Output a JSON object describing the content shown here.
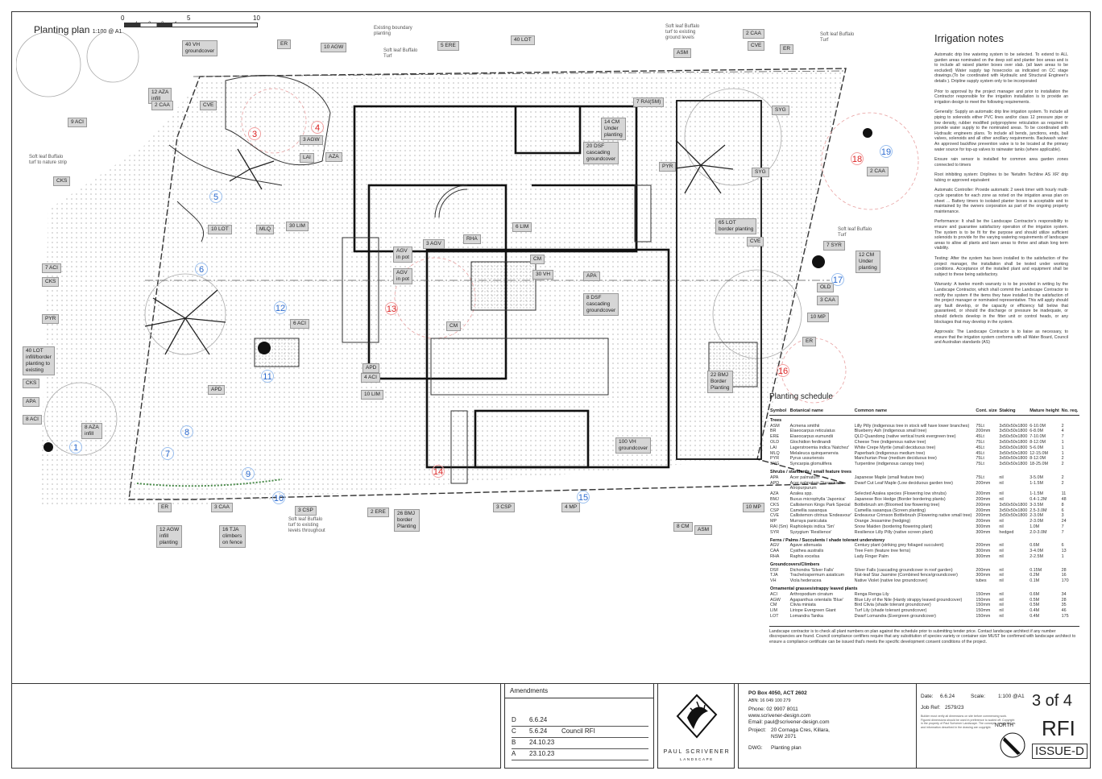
{
  "plan": {
    "title": "Planting plan",
    "scale_label": "1:100 @ A1",
    "scale_ticks": [
      "0",
      "1",
      "2",
      "3",
      "4",
      "5",
      "10"
    ]
  },
  "tags": [
    "40 VH\ngroundcover",
    "ER",
    "10 AGW",
    "5 ERE",
    "40 LOT",
    "2 CAA",
    "ASM",
    "CVE",
    "ER",
    "12 AZA\ninfill",
    "2 CAA",
    "CVE",
    "9 ACI",
    "3 AGW",
    "LAI",
    "AZA",
    "7 RAI(SM)",
    "14 CM\nUnder\nplanting",
    "20 DSF\ncascading\ngroundcover",
    "SYG",
    "2 CAA",
    "SYG",
    "PYR",
    "CKS",
    "30 LIM",
    "MLQ",
    "10 LOT",
    "3 AGV",
    "RHA",
    "6 LIM",
    "65 LOT\nborder planting",
    "CVE",
    "7 SYR",
    "12 CM\nUnder\nplanting",
    "7 ACI",
    "CKS",
    "AGV\nin pot",
    "AGV\nin pot",
    "CM",
    "30 VH",
    "APA",
    "8 DSF\ncascading\ngroundcover",
    "OLD",
    "3 CAA",
    "10 MP",
    "PYR",
    "6 ACI",
    "CM",
    "40 LOT\ninfill/border\nplanting to\nexisting",
    "APD",
    "4 ACI",
    "ER",
    "22 BMJ\nBorder\nPlanting",
    "CKS",
    "APD",
    "10 LIM",
    "APA",
    "8 ACI",
    "8 AZA\ninfill",
    "100 VH\ngroundcover",
    "ER",
    "3 CAA",
    "3 CSP",
    "2 ERE",
    "26 BMJ\nborder\nPlanting",
    "3 CSP",
    "4 MP",
    "10 MP",
    "8 CM",
    "ASM",
    "12 AGW\ninfill\nplanting",
    "16 TJA\nclimbers\non fence"
  ],
  "notes": [
    "Existing boundary\nplanting",
    "Soft leaf Buffalo\nTurf",
    "Soft leaf Buffalo\nturf to existing\nground levels",
    "Soft leaf Buffalo\nTurf",
    "Soft leaf Buffalo\nturf to nature strip",
    "Soft leaf Buffalo\nTurf",
    "Soft leaf Buffalo\nturf to existing\nlevels throughout"
  ],
  "numbers": [
    "1",
    "3",
    "4",
    "5",
    "6",
    "7",
    "8",
    "9",
    "10",
    "11",
    "12",
    "13",
    "14",
    "15",
    "16",
    "17",
    "18",
    "19"
  ],
  "irrigation": {
    "title": "Irrigation notes",
    "paras": [
      "Automatic drip line watering system to be selected. To extend to ALL garden areas nominated on the deep soil and planter box areas and is to include all raised planter boxes over slab. (all lawn areas to be excluded) Water supply tap hosecocks as indicated on CC stage drawings.(To be coordinated with Hydraulic and Structural Engineer's details ). Dripline supply system only to be incorporated",
      "Prior to approval by the project manager and prior to installation the Contractor responsible for the irrigation installation is to provide an irrigation design to meet the following requirements.",
      "Generally: Supply an automatic drip line irrigation system. To include all piping to solenoids either PVC lines and/or class 12 pressure pipe or low density, rubber modified polypropylene reticulation as required to provide water supply to the nominated areas. To be coordinated with Hydraulic engineers plans. To include all bends, junctions, ends, ball valves, solenoids and all other ancillary requirements. Backwash valve: An approved backflow prevention valve is to be located at the primary water source for top-up valves to rainwater tanks (where applicable).",
      "Ensure rain sensor is installed for common area garden zones connected to timers",
      "Root inhibiting system: Driplines to be 'Netafim Techline AS XR' drip tubing or approved equivalent",
      "Automatic Controller: Provide automatic 2 week timer with hourly multi-cycle operation for each zone as noted on the irrigation areas plan on sheet ... Battery timers to isolated planter boxes is acceptable and to maintained by the owners corporation as part of the ongoing property maintenance.",
      "Performance: It shall be the Landscape Contractor's responsibility to ensure and guarantee satisfactory operation of the irrigation system. The system is to be fit for the purpose and should utilize sufficient solenoids to provide for the varying watering requirements of landscape areas to allow all plants and lawn areas to thrive and attain long term viability.",
      "Testing: After the system has been installed to the satisfaction of the project manager, the installation shall be tested under working conditions. Acceptance of the installed plant and equipment shall be subject to these being satisfactory.",
      "Warranty: A twelve month warranty is to be provided in writing by the Landscape Contractor, which shall commit the Landscape Contractor to rectify the system if the items they have installed to the satisfaction of the project manager or nominated representative. This will apply should any fault develop, or the capacity or efficiency fall below that guaranteed, or should the discharge or pressure be inadequate, or should defects develop in the fitter unit or control heads, or any blockages that may develop in the system.",
      "Approvals: The Landscape Contractor is to liaise as necessary, to ensure that the irrigation system conforms with all Water Board, Council and Australian standards (AS)"
    ]
  },
  "schedule": {
    "title": "Planting schedule",
    "headers": [
      "Symbol",
      "Botanical name",
      "Common name",
      "Cont. size",
      "Staking",
      "Mature height",
      "No. req."
    ],
    "groups": [
      {
        "name": "Trees",
        "rows": [
          [
            "ASM",
            "Acmena smithii",
            "Lilly Pilly (indigenous tree in stock will have lower branches)",
            "75Lt",
            "3x50x50x1800",
            "6-10.0M",
            "2"
          ],
          [
            "BR",
            "Elaeocarpus reticulatus",
            "Blueberry Ash (indigenous small tree)",
            "200mm",
            "3x50x50x1800",
            "6-8.0M",
            "4"
          ],
          [
            "ERE",
            "Elaeocarpus eumundii",
            "QLD Quandong (native vertical trunk evergreen tree)",
            "45Lt",
            "3x50x50x1800",
            "7-10.0M",
            "7"
          ],
          [
            "OLD",
            "Glochidion ferdinandi",
            "Cheese Tree (indigenous native tree)",
            "75Lt",
            "3x50x50x1800",
            "8-12.0M",
            "1"
          ],
          [
            "LAI",
            "Lagerstroemia indica 'Natchez'",
            "White Crepe Myrtle (small deciduous tree)",
            "45Lt",
            "3x50x50x1800",
            "5-6.0M",
            "1"
          ],
          [
            "MLQ",
            "Melaleuca quinquenervia",
            "Paperbark (indigenous medium tree)",
            "45Lt",
            "3x50x50x1800",
            "12-15.0M",
            "1"
          ],
          [
            "PYR",
            "Pyrus ussuriensis",
            "Manchurian Pear (medium deciduous tree)",
            "75Lt",
            "3x50x50x1800",
            "8-12.0M",
            "2"
          ],
          [
            "SYG",
            "Syncarpia glomulifera",
            "Turpentine (indigenous canopy tree)",
            "75Lt",
            "3x50x50x1800",
            "18-25.0M",
            "2"
          ]
        ]
      },
      {
        "name": "Shrubs / standards / small feature trees",
        "rows": [
          [
            "APA",
            "Acer palmatum",
            "Japanese Maple (small feature tree)",
            "75Lt",
            "nil",
            "3-5.0M",
            "2"
          ],
          [
            "APD",
            "Acer palmatum Dissectum",
            "Dwarf Cut Leaf Maple (Low deciduous garden tree)",
            "200mm",
            "nil",
            "1-1.5M",
            "2"
          ],
          [
            "",
            "Atropurpurum",
            "",
            "",
            "",
            "",
            ""
          ],
          [
            "AZA",
            "Azalea spp.",
            "Selected Azalea species (Flowering low shrubs)",
            "200mm",
            "nil",
            "1-1.5M",
            "11"
          ],
          [
            "BMJ",
            "Buxus microphylla 'Japonica'",
            "Japanese Box Hedge (Border bordering plants)",
            "200mm",
            "nil",
            "0.4-1.2M",
            "48"
          ],
          [
            "CKS",
            "Callistemon Kings Park Special",
            "Bottlebrush sm (Bloomed low flowering tree)",
            "200mm",
            "3x50x50x1800",
            "3-3.5M",
            "8"
          ],
          [
            "CSP",
            "Camellia sasanqua",
            "Camellia sasanqua (Screen planting)",
            "200mm",
            "3x50x50x1800",
            "2.5-3.0M",
            "6"
          ],
          [
            "CVE",
            "Callistemon citrinus 'Endeavour'",
            "Endeavour Crimson Bottlebrush (Flowering native small tree)",
            "200mm",
            "3x50x50x1800",
            "2-3.0M",
            "3"
          ],
          [
            "MP",
            "Murraya paniculata",
            "Orange Jessamine (hedging)",
            "200mm",
            "nil",
            "2-3.0M",
            "24"
          ],
          [
            "RAI (Sm)",
            "Raphiolepis indica 'Sm'",
            "Snow Maiden (bordering flowering plant)",
            "300mm",
            "nil",
            "1.0M",
            "7"
          ],
          [
            "SYR",
            "Syzygium 'Resilience'",
            "Resilience Lilly Pilly (native screen plant)",
            "300mm",
            "hedged",
            "2.0-3.0M",
            "7"
          ]
        ]
      },
      {
        "name": "Ferns / Palms / Succulents / shade tolerant understorey",
        "rows": [
          [
            "AGV",
            "Agave attenuata",
            "Century plant (striking grey foliaged succulent)",
            "200mm",
            "nil",
            "0.6M",
            "6"
          ],
          [
            "CAA",
            "Cyathea australis",
            "Tree Fern (feature tree ferns)",
            "300mm",
            "nil",
            "3-4.0M",
            "13"
          ],
          [
            "RHA",
            "Raphis excelsa",
            "Lady Finger Palm",
            "300mm",
            "nil",
            "2-2.5M",
            "1"
          ]
        ]
      },
      {
        "name": "Groundcovers/Climbers",
        "rows": [
          [
            "DSF",
            "Dichondra 'Silver Falls'",
            "Silver Falls (cascading groundcover in roof garden)",
            "200mm",
            "nil",
            "0.15M",
            "28"
          ],
          [
            "TJA",
            "Trachelospermum asiaticum",
            "Flat-leaf Star Jasmine (Combined fence/groundcover)",
            "300mm",
            "nil",
            "0.2M",
            "16"
          ],
          [
            "VH",
            "Viola hederacea",
            "Native Violet (native low groundcover)",
            "tubes",
            "nil",
            "0.1M",
            "170"
          ]
        ]
      },
      {
        "name": "Ornamental grasses/strappy leaved plants",
        "rows": [
          [
            "ACI",
            "Arthropodium cirratum",
            "Renga Renga Lily",
            "150mm",
            "nil",
            "0.6M",
            "34"
          ],
          [
            "AGW",
            "Agapanthus orientalis 'Blue'",
            "Blue Lily of the Nile (Hardy strappy leaved groundcover)",
            "150mm",
            "nil",
            "0.5M",
            "28"
          ],
          [
            "CM",
            "Clivia miniata",
            "Bird Clivia (shade tolerant groundcover)",
            "150mm",
            "nil",
            "0.5M",
            "35"
          ],
          [
            "LIM",
            "Liriope Evergreen Giant",
            "Turf Lily (shade tolerant groundcover)",
            "150mm",
            "nil",
            "0.4M",
            "46"
          ],
          [
            "LOT",
            "Lomandra Tanika",
            "Dwarf Lomandra (Evergreen groundcover)",
            "150mm",
            "nil",
            "0.4M",
            "175"
          ]
        ]
      }
    ],
    "footnote": "Landscape contractor is to check all plant numbers on plan against the schedule prior to submitting tender price. Contact landscape architect if any number discrepancies are found. Council compliance certifiers require that any substitution of species variety or container size MUST be confirmed with landscape architect to ensure a compliance certificate can be issued that's meets the specific development consent conditions of the project."
  },
  "amendments": {
    "title": "Amendments",
    "rows": [
      [
        "D",
        "6.6.24",
        ""
      ],
      [
        "C",
        "5.6.24",
        "Council RFI"
      ],
      [
        "B",
        "24.10.23",
        ""
      ],
      [
        "A",
        "23.10.23",
        ""
      ]
    ]
  },
  "logo": {
    "name": "PAUL SCRIVENER",
    "sub": "LANDSCAPE"
  },
  "info": {
    "address": "PO  Box   4050,   ACT  2602",
    "abn": "ABN: 16 049 100 279",
    "phone": "Phone: 02 9907 8011",
    "web": "www.scrivener-design.com",
    "email": "Email: paul@scrivener-design.com",
    "project_label": "Project:",
    "project": "20 Cornaga Cres, Killara,",
    "project2": "NSW 2071",
    "dwg_label": "DWG:",
    "dwg": "Planting plan",
    "date_label": "Date:",
    "date": "6.6.24",
    "scale_label": "Scale:",
    "scale": "1:100 @A1",
    "job_label": "Job Ref:",
    "job": "2579/23",
    "sheet": "3 of 4",
    "status": "RFI",
    "issue": "ISSUE-D",
    "north": "NORTH",
    "disclaimer": "Builder must verify all dimensions on site before commencing work. Figured dimensions should be used in preference to scaled off. Copyright in the property of Paul Scrivener Landscape. The concepts, design details and information described in the drawing are copyright."
  }
}
